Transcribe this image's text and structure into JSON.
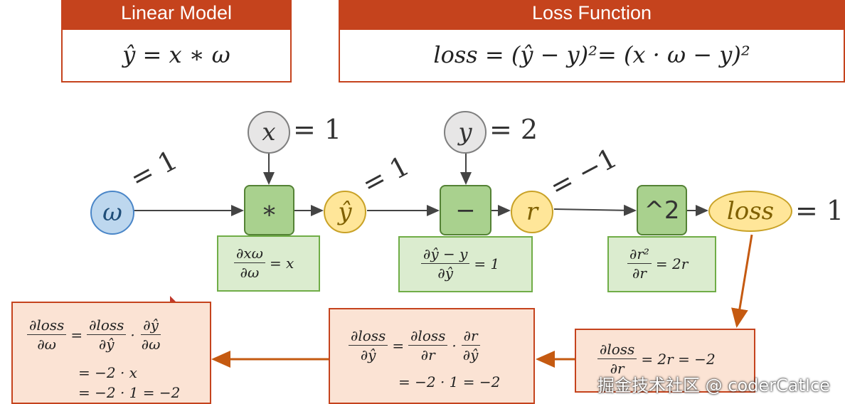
{
  "header": {
    "linear_title": "Linear Model",
    "linear_formula": "ŷ = x ∗ ω",
    "loss_title": "Loss Function",
    "loss_formula": "loss = (ŷ − y)²= (x · ω − y)²"
  },
  "nodes": {
    "omega": "ω",
    "x": "x",
    "y": "y",
    "yhat": "ŷ",
    "r": "r",
    "loss": "loss"
  },
  "ops": {
    "mul": "∗",
    "sub": "−",
    "pow": "^2"
  },
  "values": {
    "omega_val": "= 1",
    "x_val": "= 1",
    "y_val": "= 2",
    "yhat_val": "= 1",
    "r_val": "= −1",
    "loss_val": "= 1"
  },
  "local_derivs": {
    "mul": {
      "num": "∂xω",
      "den": "∂ω",
      "rhs": "= x"
    },
    "sub": {
      "num": "∂ŷ − y",
      "den": "∂ŷ",
      "rhs": "= 1"
    },
    "pow": {
      "num": "∂r²",
      "den": "∂r",
      "rhs": "= 2r"
    }
  },
  "grads": {
    "g_r": {
      "num": "∂loss",
      "den": "∂r",
      "rhs": "= 2r = −2"
    },
    "g_yhat": {
      "lnum": "∂loss",
      "lden": "∂ŷ",
      "m1num": "∂loss",
      "m1den": "∂r",
      "m2num": "∂r",
      "m2den": "∂ŷ",
      "line2": "= −2 · 1 = −2"
    },
    "g_omega": {
      "lnum": "∂loss",
      "lden": "∂ω",
      "m1num": "∂loss",
      "m1den": "∂ŷ",
      "m2num": "∂ŷ",
      "m2den": "∂ω",
      "line2": "= −2 · x",
      "line3": "= −2 · 1 = −2"
    }
  },
  "watermark": "掘金技术社区 @ coderCatIce",
  "colors": {
    "accent": "#c5431d",
    "op_fill": "#a9d18e",
    "op_border": "#548235",
    "yellow": "#ffe699",
    "blue": "#bdd7ee"
  }
}
